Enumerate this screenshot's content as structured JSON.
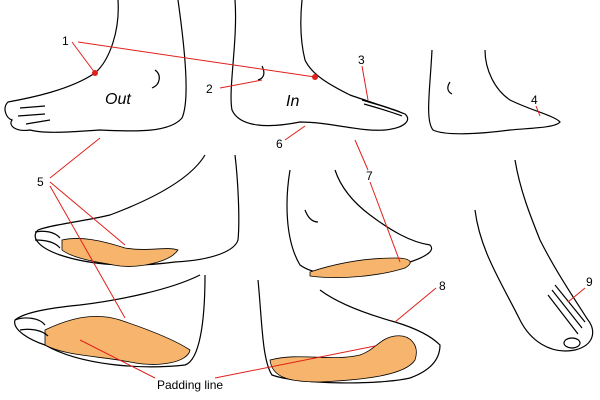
{
  "labels": {
    "n1": "1",
    "n2": "2",
    "n3": "3",
    "n4": "4",
    "n5": "5",
    "n6": "6",
    "n7": "7",
    "n8": "8",
    "n9": "9"
  },
  "foot_out": "Out",
  "foot_in": "In",
  "padding_line": "Padding line",
  "colors": {
    "padding": "#f6b46c",
    "leader": "#e0201b",
    "outline": "#000000"
  }
}
